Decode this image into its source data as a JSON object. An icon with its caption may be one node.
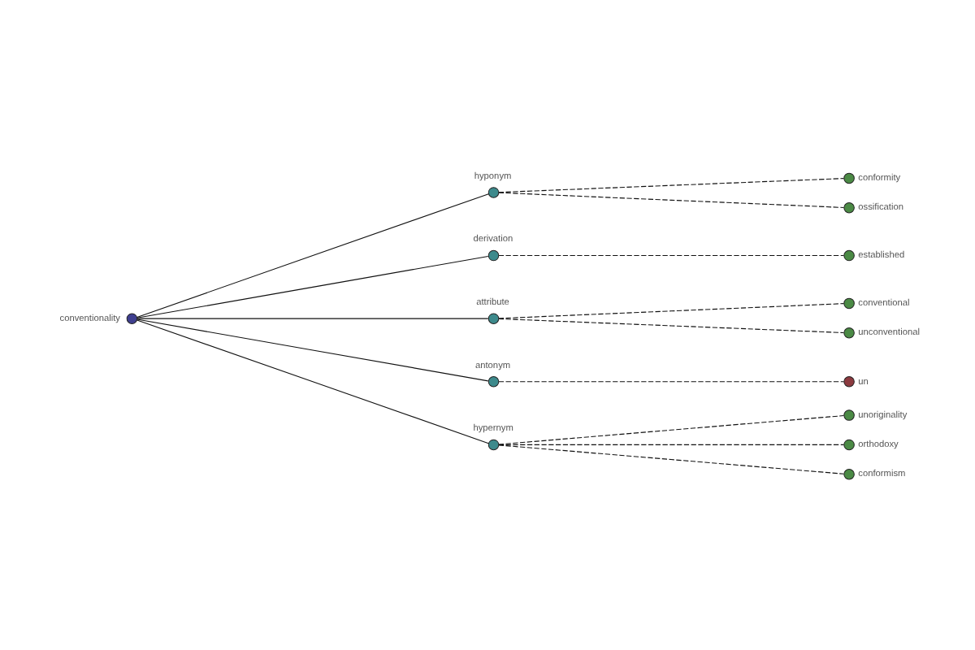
{
  "diagram": {
    "nodes": [
      {
        "text": [
          "conformity"
        ]
      },
      {
        "text": [
          "ossification"
        ]
      },
      {
        "text": [
          "hyponym"
        ]
      },
      {
        "text": [
          "conventional"
        ]
      },
      {
        "text": [
          "established"
        ]
      },
      {
        "text": [
          "derivation"
        ]
      },
      {
        "text": [
          "attribute"
        ]
      },
      {
        "text": [
          "conventionality"
        ]
      },
      {
        "text": [
          "unconventional"
        ]
      },
      {
        "text": [
          "antonym"
        ]
      },
      {
        "text": [
          "hypernym"
        ]
      },
      {
        "text": [
          "unoriginality"
        ]
      },
      {
        "text": [
          "un"
        ]
      },
      {
        "text": [
          "orthodoxy"
        ]
      },
      {
        "text": [
          "conformism"
        ]
      }
    ],
    "edges": [
      {
        "from": 7,
        "to": 2,
        "arrow": "none"
      },
      {
        "from": 7,
        "to": 5,
        "arrow": "none"
      },
      {
        "from": 7,
        "to": 6,
        "arrow": "none"
      },
      {
        "from": 7,
        "to": 9,
        "arrow": "none"
      },
      {
        "from": 7,
        "to": 10,
        "arrow": "none"
      },
      {
        "from": 2,
        "to": 0,
        "arrow": "none",
        "style": "dashed"
      },
      {
        "from": 2,
        "to": 1,
        "arrow": "none",
        "style": "dashed"
      },
      {
        "from": 5,
        "to": 4,
        "arrow": "none",
        "style": "dashed"
      },
      {
        "from": 6,
        "to": 3,
        "arrow": "none",
        "style": "dashed"
      },
      {
        "from": 6,
        "to": 8,
        "arrow": "none",
        "style": "dashed"
      },
      {
        "from": 9,
        "to": 12,
        "arrow": "none",
        "style": "dashed"
      },
      {
        "from": 10,
        "to": 11,
        "arrow": "none",
        "style": "dashed"
      },
      {
        "from": 10,
        "to": 13,
        "arrow": "none",
        "style": "dashed"
      },
      {
        "from": 10,
        "to": 14,
        "arrow": "none",
        "style": "dashed"
      }
    ]
  }
}
